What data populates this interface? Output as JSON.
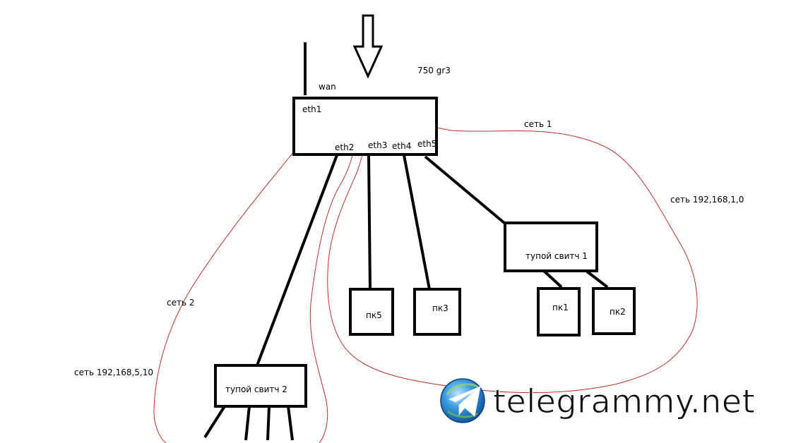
{
  "diagram": {
    "device_label": "750 gr3",
    "uplink_label": "wan",
    "ports": {
      "eth1": "eth1",
      "eth2": "eth2",
      "eth3": "eth3",
      "eth4": "eth4",
      "eth5": "eth5"
    },
    "switch1_label": "тупой свитч  1",
    "switch2_label": "тупой свитч 2",
    "pcs": {
      "pc1": "пк1",
      "pc2": "пк2",
      "pc3": "пк3",
      "pc5": "пк5"
    },
    "network1": {
      "name": "сеть 1",
      "subnet": "сеть 192,168,1,0"
    },
    "network2": {
      "name": "сеть 2",
      "subnet": "сеть 192,168,5,10"
    },
    "colors": {
      "lines": "#000000",
      "network_outline": "#c0302a"
    }
  },
  "watermark": {
    "text": "telegrammy.net",
    "icon": "telegram-logo-icon"
  }
}
